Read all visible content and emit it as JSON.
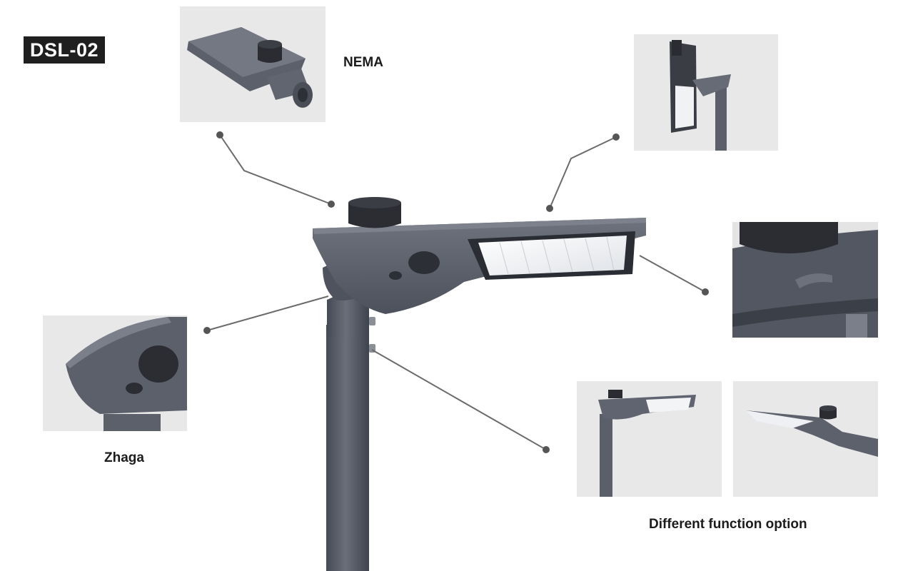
{
  "model_badge": "DSL-02",
  "captions": {
    "nema": "NEMA",
    "zhaga": "Zhaga",
    "different_function": "Different function option"
  },
  "colors": {
    "fixture_grey": "#5b606b",
    "panel_bg": "#e8e8e8",
    "socket_black": "#2a2a2a",
    "led_white": "#f3f4f6",
    "leader_line": "#6b6b6b",
    "badge_bg": "#1f1f1f"
  },
  "icons": [
    "nema-socket-icon",
    "zhaga-socket-icon",
    "led-panel-icon",
    "pole-icon"
  ]
}
